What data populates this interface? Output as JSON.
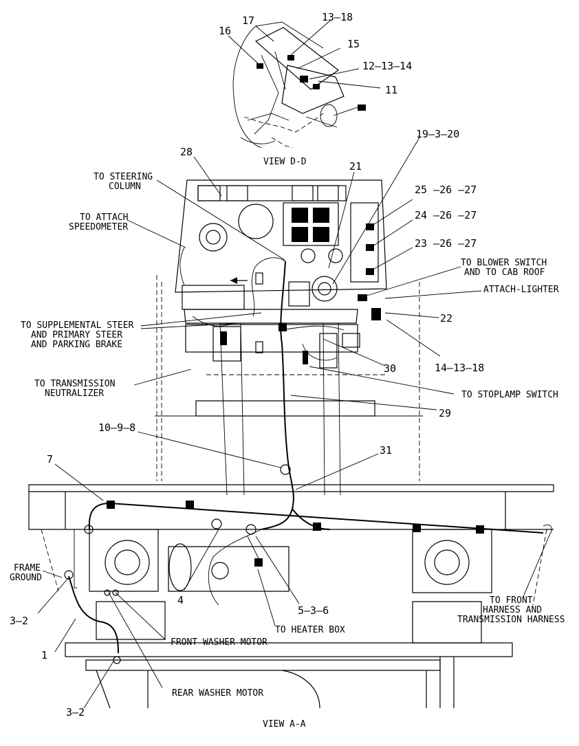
{
  "views": {
    "top": "VIEW D-D",
    "bottom": "VIEW A-A"
  },
  "callouts": {
    "n17": "17",
    "n16": "16",
    "n13_18": "13–18",
    "n15": "15",
    "n12_13_14": "12–13–14",
    "n11": "11",
    "n28": "28",
    "n19_3_20": "19–3–20",
    "n21": "21",
    "n25_26_27": "25 –26 –27",
    "n24_26_27": "24 –26 –27",
    "n23_26_27": "23 –26 –27",
    "n22": "22",
    "n14_13_18": "14–13–18",
    "n30": "30",
    "n29": "29",
    "n10_9_8": "10–9–8",
    "n31": "31",
    "n7": "7",
    "n4": "4",
    "n5_3_6": "5–3–6",
    "n3_2_a": "3–2",
    "n1": "1",
    "n3_2_b": "3–2"
  },
  "labels": {
    "steering_1": "TO STEERING",
    "steering_2": "COLUMN",
    "speedo_1": "TO ATTACH",
    "speedo_2": "SPEEDOMETER",
    "blower_1": "TO BLOWER SWITCH",
    "blower_2": "AND TO CAB ROOF",
    "lighter": "ATTACH-LIGHTER",
    "supp_1": "TO SUPPLEMENTAL STEER",
    "supp_2": "AND PRIMARY STEER",
    "supp_3": "AND PARKING BRAKE",
    "trans_1": "TO TRANSMISSION",
    "trans_2": "NEUTRALIZER",
    "stoplamp": "TO STOPLAMP SWITCH",
    "frame_1": "FRAME",
    "frame_2": "GROUND",
    "front_1": "TO FRONT",
    "front_2": "HARNESS AND",
    "front_3": "TRANSMISSION HARNESS",
    "heater": "TO HEATER BOX",
    "front_washer": "FRONT WASHER MOTOR",
    "rear_washer": "REAR WASHER MOTOR"
  }
}
